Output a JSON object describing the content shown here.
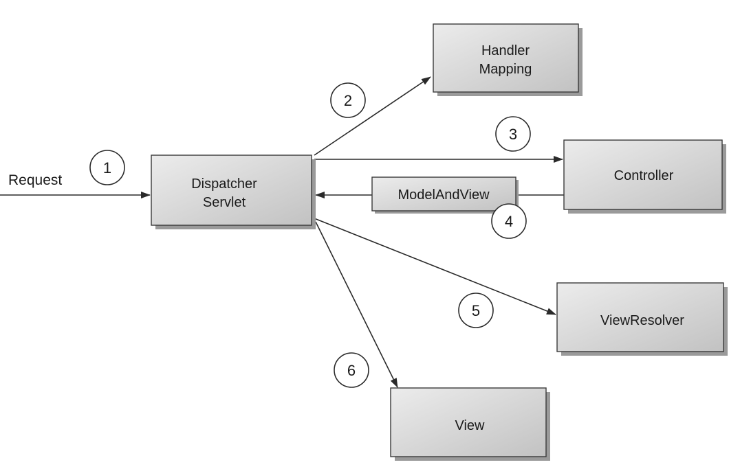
{
  "diagram": {
    "request_label": "Request",
    "boxes": {
      "handler_mapping": [
        "Handler",
        "Mapping"
      ],
      "controller": [
        "Controller"
      ],
      "dispatcher_servlet": [
        "Dispatcher",
        "Servlet"
      ],
      "model_and_view": [
        "ModelAndView"
      ],
      "view_resolver": [
        "ViewResolver"
      ],
      "view": [
        "View"
      ]
    },
    "steps": [
      "1",
      "2",
      "3",
      "4",
      "5",
      "6"
    ]
  },
  "colors": {
    "box_fill_light": "#e6e6e6",
    "box_fill_dark": "#c4c4c4",
    "stroke": "#2a2a2a"
  }
}
